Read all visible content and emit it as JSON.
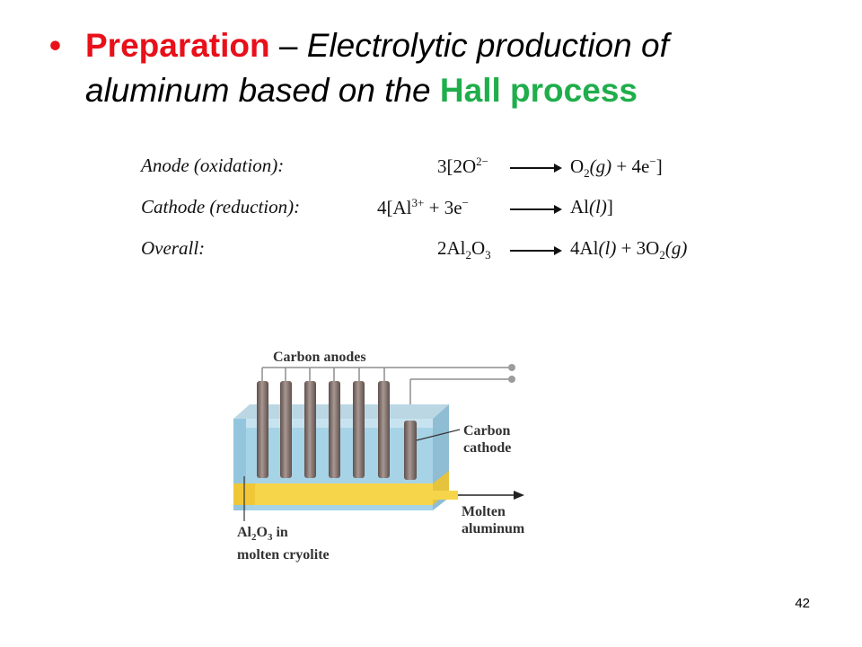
{
  "title": {
    "bullet": "•",
    "keyword": "Preparation",
    "dash": " – ",
    "line1_rest": "Electrolytic production of",
    "line2_start": "aluminum based on the ",
    "highlight": "Hall process"
  },
  "equations": {
    "anode": {
      "label": "Anode (oxidation):",
      "reactant": "3[2O",
      "reactant_sup": "2−",
      "product_1": "O",
      "product_1_sub": "2",
      "product_1_state": "(g)",
      "plus": "+",
      "product_2": "4e",
      "product_2_sup": "−",
      "close": "]"
    },
    "cathode": {
      "label": "Cathode (reduction):",
      "reactant_1": "4[Al",
      "reactant_1_sup": "3+",
      "plus": "+",
      "reactant_2": "3e",
      "reactant_2_sup": "−",
      "product": "Al",
      "product_state": "(l)",
      "close": "]"
    },
    "overall": {
      "label": "Overall:",
      "reactant": "2Al",
      "reactant_sub_1": "2",
      "reactant_o": "O",
      "reactant_sub_2": "3",
      "product_1": "4Al",
      "product_1_state": "(l)",
      "plus": "+",
      "product_2": "3O",
      "product_2_sub": "2",
      "product_2_state": "(g)"
    }
  },
  "diagram": {
    "carbon_anodes": "Carbon anodes",
    "carbon_cathode_line1": "Carbon",
    "carbon_cathode_line2": "cathode",
    "molten_aluminum_line1": "Molten",
    "molten_aluminum_line2": "aluminum",
    "electrolyte_al": "Al",
    "electrolyte_sub1": "2",
    "electrolyte_o": "O",
    "electrolyte_sub2": "3",
    "electrolyte_in": " in",
    "electrolyte_line2": "molten cryolite"
  },
  "page_number": "42",
  "colors": {
    "keyword": "#e8101a",
    "highlight": "#1fae4b",
    "electrolyte": "#a7d3e6",
    "aluminum": "#f7d54a",
    "electrode": "#8a7a76"
  }
}
